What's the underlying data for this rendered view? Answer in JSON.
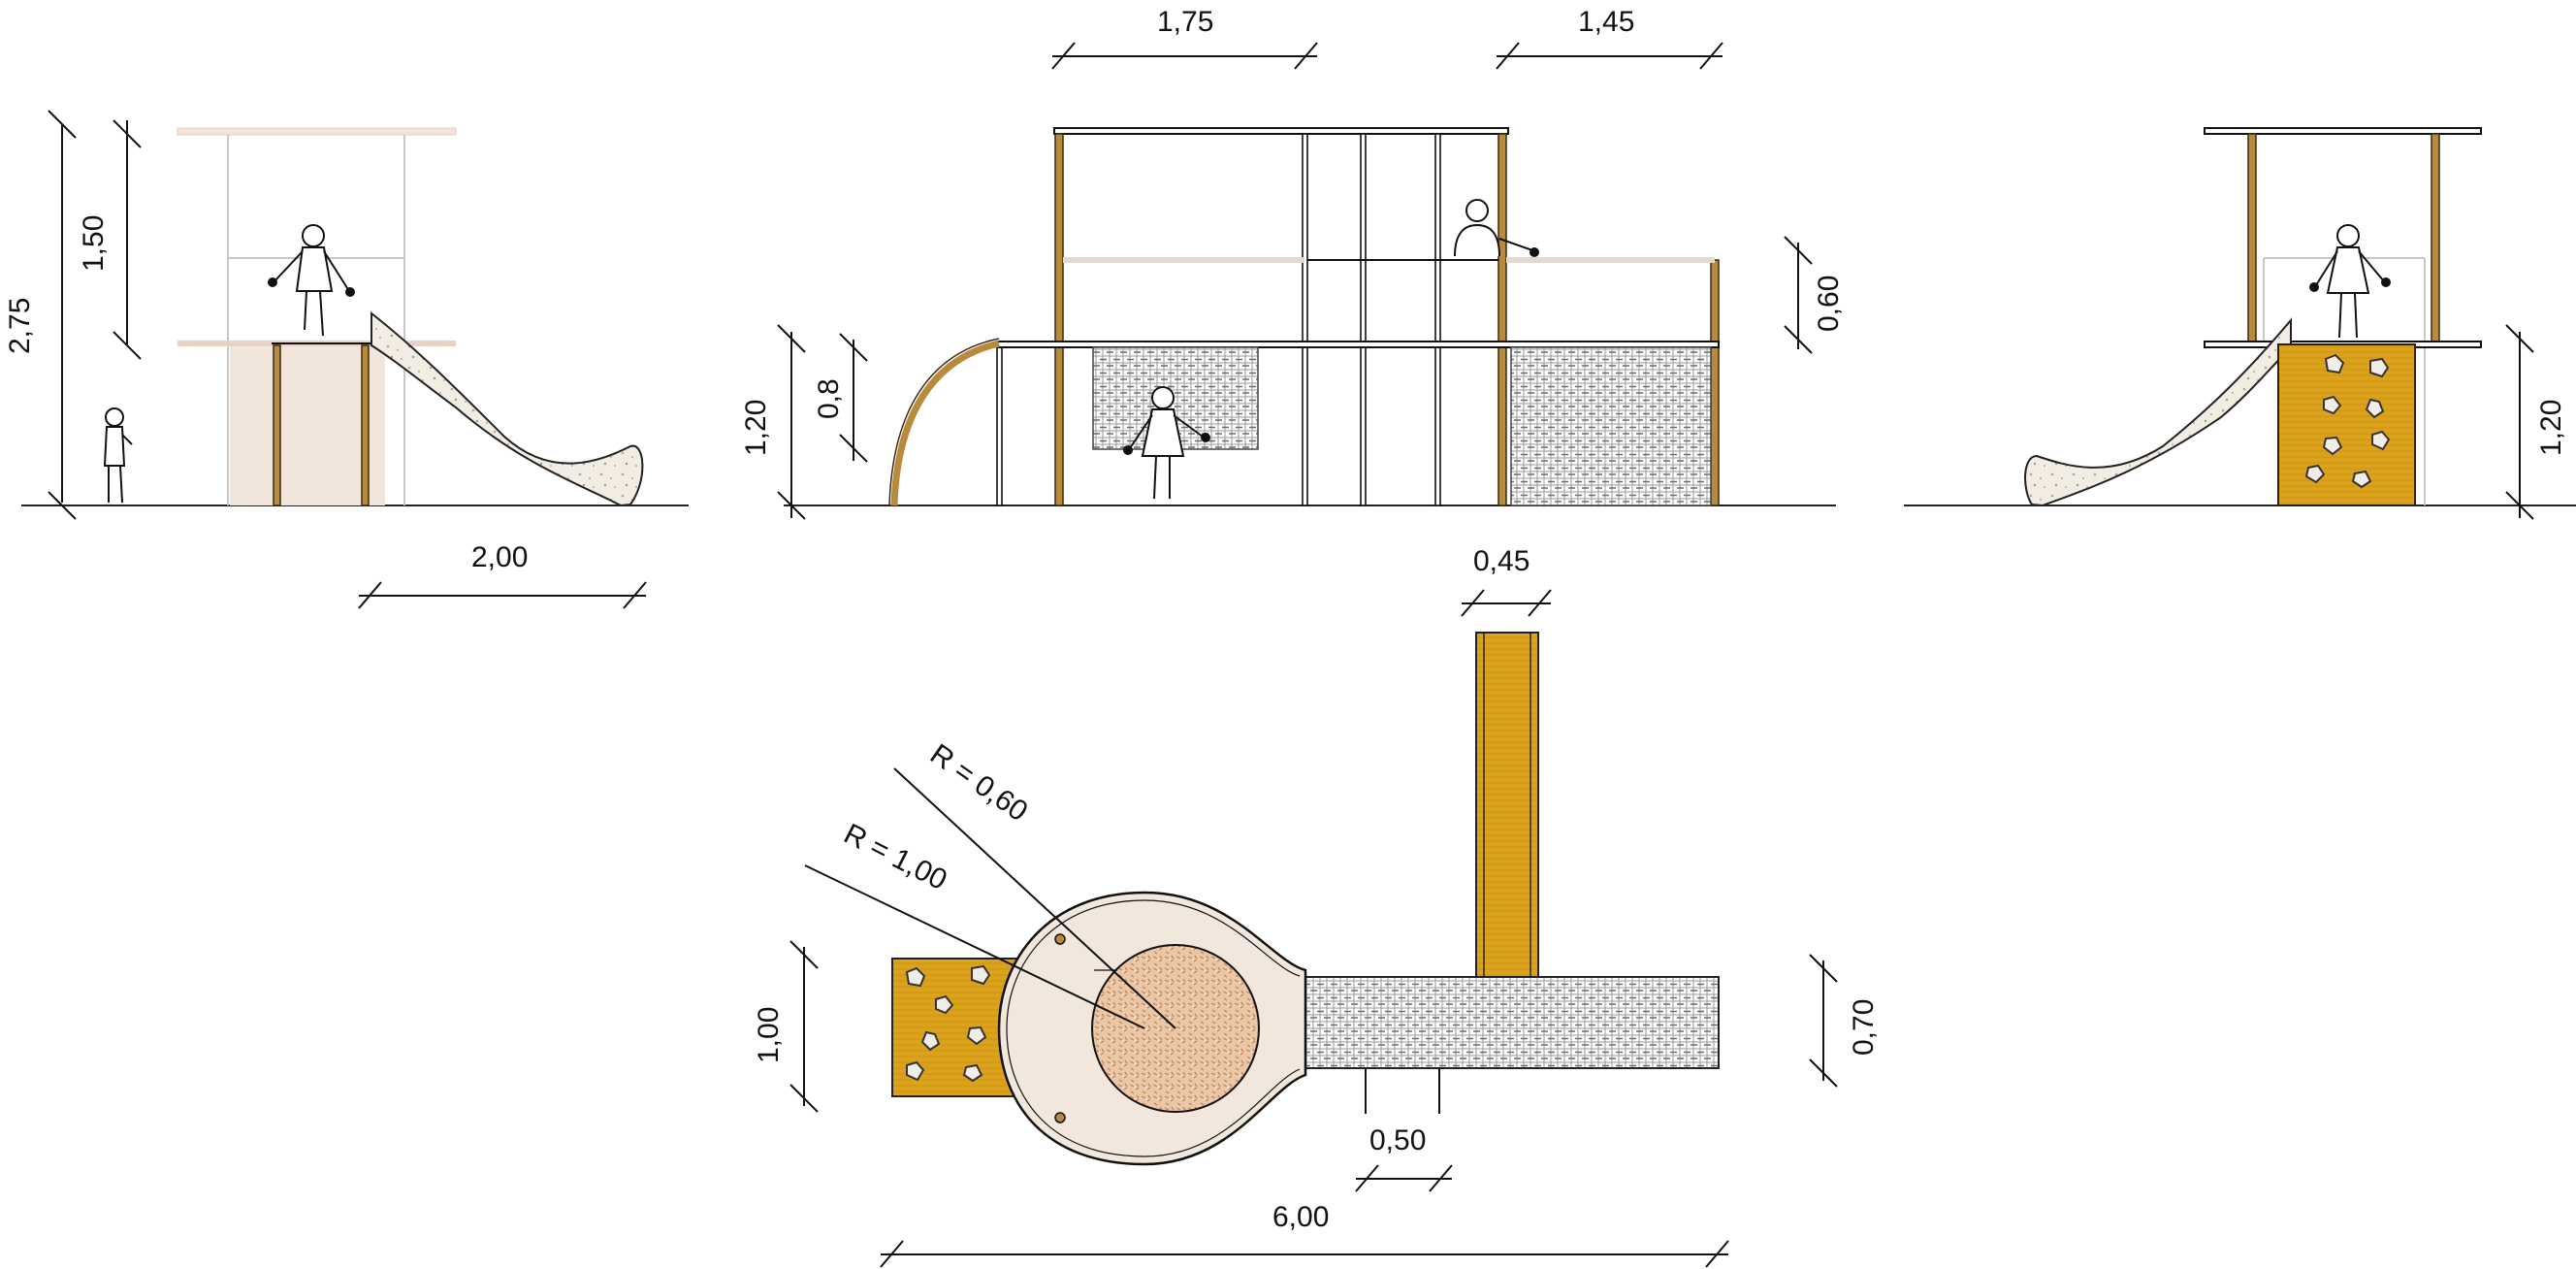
{
  "dimensions": {
    "left_total_height": "2,75",
    "left_upper_height": "1,50",
    "left_slide_length": "2,00",
    "front_width_left": "1,75",
    "front_width_right": "1,45",
    "front_platform_height": "1,20",
    "front_arch_height": "0,8",
    "front_rail_height": "0,60",
    "right_platform_height": "1,20",
    "plan_beam_width": "0,45",
    "plan_total_length": "6,00",
    "plan_panel_height": "1,00",
    "plan_bridge_width": "0,70",
    "plan_stair_width": "0,50",
    "plan_radius_outer": "R = 1,00",
    "plan_radius_inner": "R = 0,60"
  },
  "colors": {
    "wood": "#b88a3c",
    "climbing_wall": "#dba21c",
    "platform_beige": "#f2e6dc",
    "mulch": "#e7b894",
    "net": "#8a8a8a"
  }
}
